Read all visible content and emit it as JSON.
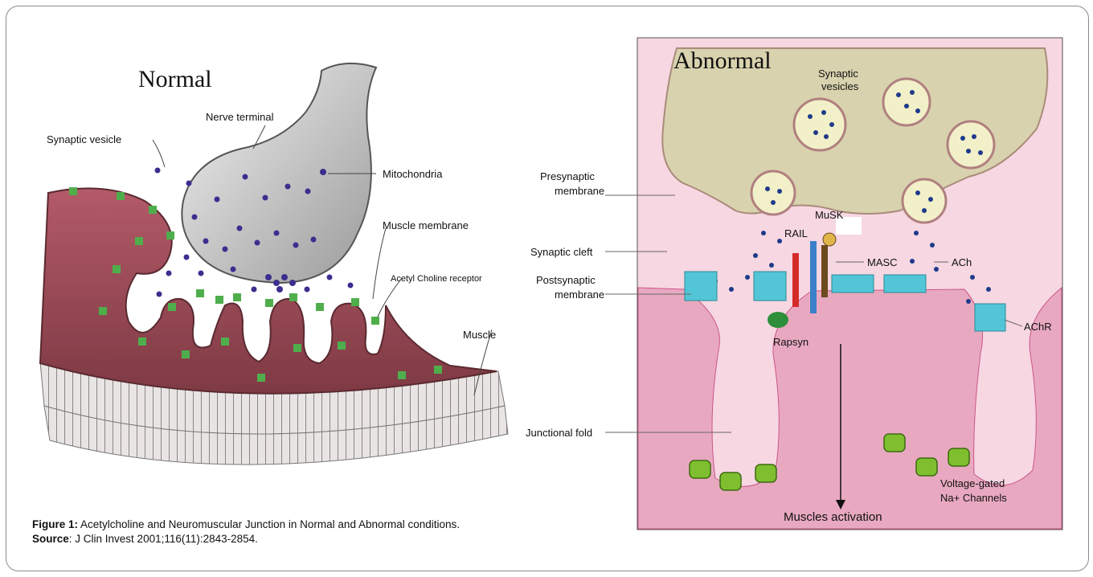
{
  "normal": {
    "title": "Normal",
    "labels": {
      "nerve_terminal": "Nerve terminal",
      "synaptic_vesicle": "Synaptic vesicle",
      "mitochondria": "Mitochondria",
      "muscle_membrane": "Muscle membrane",
      "acetyl_choline_receptor": "Acetyl Choline receptor",
      "muscle": "Muscle"
    }
  },
  "abnormal": {
    "title": "Abnormal",
    "labels": {
      "synaptic_vesicles_1": "Synaptic",
      "synaptic_vesicles_2": "vesicles",
      "presynaptic_1": "Presynaptic",
      "presynaptic_2": "membrane",
      "synaptic_cleft": "Synaptic cleft",
      "postsynaptic_1": "Postsynaptic",
      "postsynaptic_2": "membrane",
      "junctional_fold": "Junctional fold",
      "musk": "MuSK",
      "rail": "RAIL",
      "masc": "MASC",
      "ach": "ACh",
      "achr": "AChR",
      "rapsyn": "Rapsyn",
      "vgsc_1": "Voltage-gated",
      "vgsc_2": "Na+ Channels",
      "muscles_activation": "Muscles activation"
    }
  },
  "caption": {
    "figure_label": "Figure 1:",
    "figure_text": " Acetylcholine and Neuromuscular Junction in Normal and Abnormal conditions.",
    "source_label": "Source",
    "source_text": ": J Clin Invest 2001;116(11):2843-2854."
  },
  "colors": {
    "muscle": "#9a4a55",
    "receptor": "#4fae4c",
    "vesicle_dot": "#3a2f8f",
    "abnormal_bg": "#f6d7e2",
    "terminal_fill": "#d9d2ae",
    "achr": "#52c6d6",
    "rail": "#d42a2a",
    "musk": "#3a7fc8",
    "masc": "#6b4a1e",
    "rapsyn": "#2e8e3a",
    "vgsc": "#7fbf2f"
  }
}
